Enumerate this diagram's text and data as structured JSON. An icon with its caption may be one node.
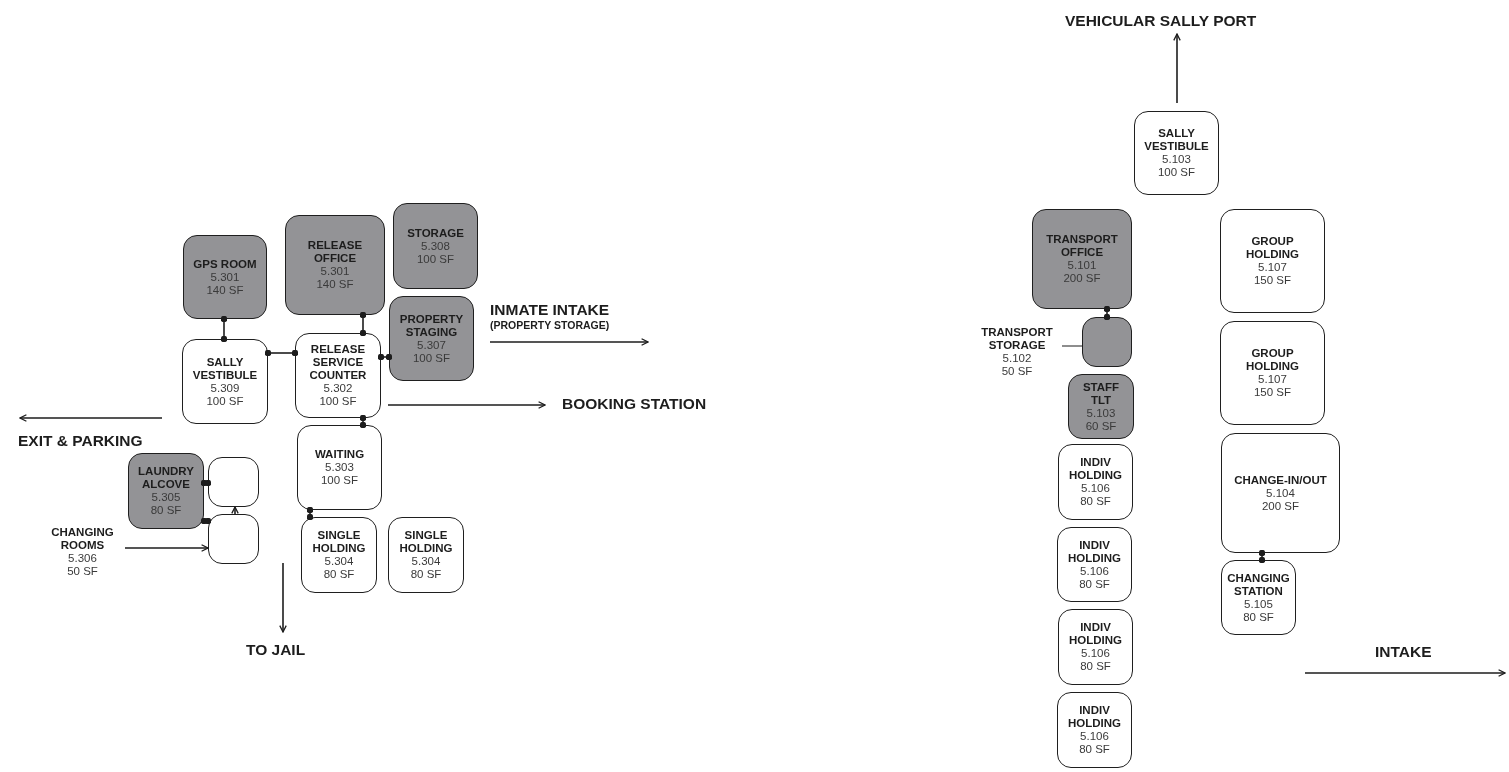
{
  "diagram": {
    "nodes": [
      {
        "text": [
          "GPS ROOM",
          "5.301",
          "140 SF"
        ]
      },
      {
        "text": [
          "RELEASE OFFICE",
          "5.301",
          "140 SF"
        ]
      },
      {
        "text": [
          "STORAGE",
          "5.308",
          "100 SF"
        ]
      },
      {
        "text": [
          "SALLY VESTIBULE",
          "5.309",
          "100 SF"
        ]
      },
      {
        "text": [
          "RELEASE SERVICE COUNTER",
          "5.302",
          "100 SF"
        ]
      },
      {
        "text": [
          "PROPERTY STAGING",
          "5.307",
          "100 SF"
        ]
      },
      {
        "text": [
          "WAITING",
          "5.303",
          "100 SF"
        ]
      },
      {
        "text": [
          "LAUNDRY ALCOVE",
          "5.305",
          "80 SF"
        ]
      },
      {
        "text": [],
        "shape": "box"
      },
      {
        "text": [],
        "shape": "box"
      },
      {
        "text": [
          "CHANGING ROOMS",
          "5.306",
          "50 SF"
        ]
      },
      {
        "text": [
          "SINGLE HOLDING",
          "5.304",
          "80 SF"
        ]
      },
      {
        "text": [
          "SINGLE HOLDING",
          "5.304",
          "80 SF"
        ]
      },
      {
        "text": [
          "INMATE INTAKE",
          "(PROPERTY STORAGE)"
        ]
      },
      {
        "text": [
          "BOOKING STATION"
        ]
      },
      {
        "text": [
          "EXIT & PARKING"
        ]
      },
      {
        "text": [
          "TO JAIL"
        ]
      },
      {
        "text": [
          "VEHICULAR SALLY PORT"
        ]
      },
      {
        "text": [
          "SALLY VESTIBULE",
          "5.103",
          "100 SF"
        ]
      },
      {
        "text": [
          "TRANSPORT OFFICE",
          "5.101",
          "200 SF"
        ]
      },
      {
        "text": [
          "GROUP HOLDING",
          "5.107",
          "150 SF"
        ]
      },
      {
        "text": [],
        "shape": "box"
      },
      {
        "text": [
          "TRANSPORT STORAGE",
          "5.102",
          "50 SF"
        ]
      },
      {
        "text": [
          "STAFF TLT",
          "5.103",
          "60 SF"
        ]
      },
      {
        "text": [
          "GROUP HOLDING",
          "5.107",
          "150 SF"
        ]
      },
      {
        "text": [
          "INDIV HOLDING",
          "5.106",
          "80 SF"
        ]
      },
      {
        "text": [
          "CHANGE-IN/OUT",
          "5.104",
          "200 SF"
        ]
      },
      {
        "text": [
          "INDIV HOLDING",
          "5.106",
          "80 SF"
        ]
      },
      {
        "text": [
          "CHANGING STATION",
          "5.105",
          "80 SF"
        ]
      },
      {
        "text": [
          "INDIV HOLDING",
          "5.106",
          "80 SF"
        ]
      },
      {
        "text": [
          "INDIV HOLDING",
          "5.106",
          "80 SF"
        ]
      },
      {
        "text": [
          "INTAKE"
        ]
      }
    ],
    "edges": [
      {
        "from": 0,
        "to": 3,
        "arrow": "other"
      },
      {
        "from": 3,
        "to": 4,
        "arrow": "other"
      },
      {
        "from": 1,
        "to": 4,
        "arrow": "other"
      },
      {
        "from": 4,
        "to": 5,
        "arrow": "other"
      },
      {
        "from": 4,
        "to": 6,
        "arrow": "other"
      },
      {
        "from": 6,
        "to": 11,
        "arrow": "other"
      },
      {
        "from": 7,
        "to": 8,
        "arrow": "other"
      },
      {
        "from": 7,
        "to": 9,
        "arrow": "other"
      },
      {
        "from": 9,
        "to": 8,
        "arrow": "to"
      },
      {
        "from": 10,
        "to": 9,
        "arrow": "to"
      },
      {
        "from": 13,
        "to": null,
        "arrow": "to"
      },
      {
        "from": 4,
        "to": 14,
        "arrow": "to"
      },
      {
        "from": null,
        "to": 15,
        "arrow": "to"
      },
      {
        "from": 11,
        "to": 16,
        "arrow": "to"
      },
      {
        "from": 18,
        "to": 17,
        "arrow": "to"
      },
      {
        "from": 19,
        "to": 21,
        "arrow": "other"
      },
      {
        "from": 22,
        "to": 21,
        "arrow": "none"
      },
      {
        "from": 26,
        "to": 28,
        "arrow": "other"
      },
      {
        "from": null,
        "to": 31,
        "arrow": "to"
      }
    ]
  }
}
